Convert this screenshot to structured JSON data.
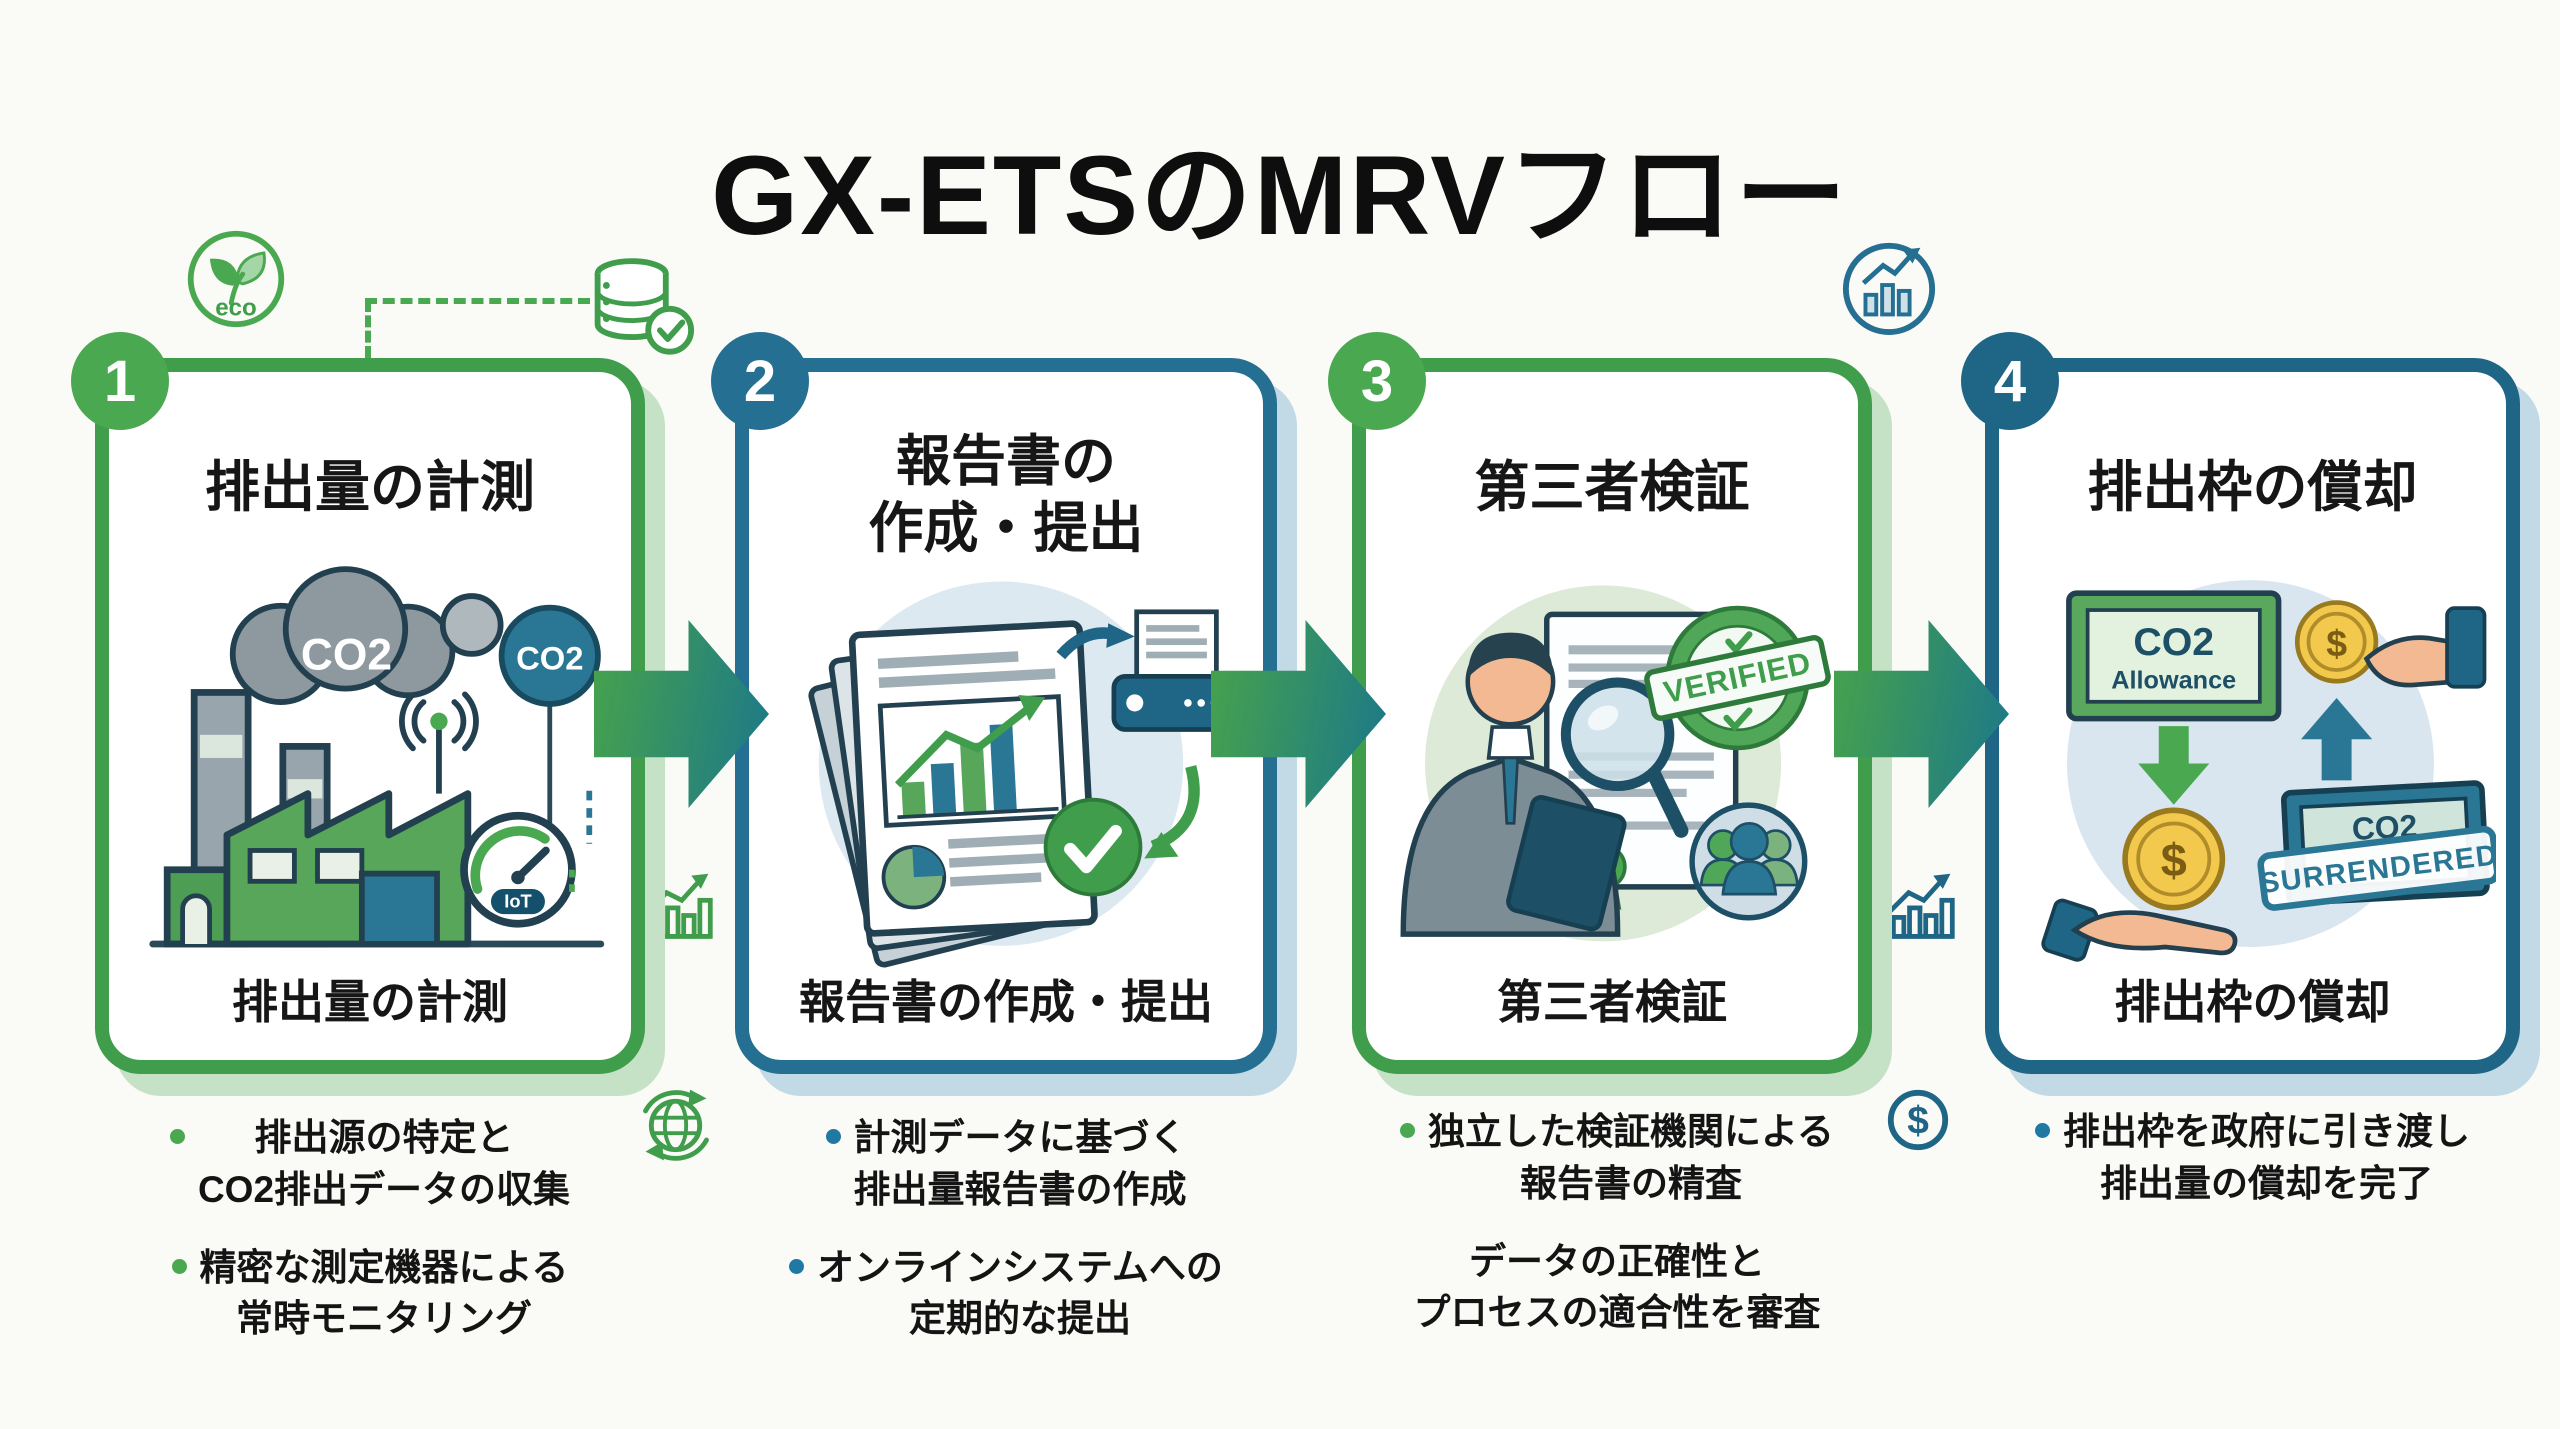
{
  "title": "GX-ETSのMRVフロー",
  "colors": {
    "green": "#3f9d4b",
    "green_bright": "#4aa850",
    "teal": "#256f92",
    "teal_dark": "#1f6586",
    "outline_ink": "#22404f",
    "shadow_green": "#c6e2c6",
    "shadow_blue": "#c2d9e6"
  },
  "decor": {
    "eco_label": "eco",
    "dollar_label": "$"
  },
  "steps": [
    {
      "number": "1",
      "title_lines": [
        "排出量の計測"
      ],
      "caption": "排出量の計測",
      "bullets": [
        [
          "排出源の特定と",
          "CO2排出データの収集"
        ],
        [
          "精密な測定機器による",
          "常時モニタリング"
        ]
      ],
      "art": {
        "cloud_label": "CO2",
        "bubble_label": "CO2",
        "gauge_label": "IoT"
      }
    },
    {
      "number": "2",
      "title_lines": [
        "報告書の",
        "作成・提出"
      ],
      "caption": "報告書の作成・提出",
      "bullets": [
        [
          "計測データに基づく",
          "排出量報告書の作成"
        ],
        [
          "オンラインシステムへの",
          "定期的な提出"
        ]
      ],
      "art": {}
    },
    {
      "number": "3",
      "title_lines": [
        "第三者検証"
      ],
      "caption": "第三者検証",
      "bullets": [
        [
          "独立した検証機関による",
          "報告書の精査"
        ],
        [
          "データの正確性と",
          "プロセスの適合性を審査"
        ]
      ],
      "art": {
        "stamp_label": "VERIFIED"
      }
    },
    {
      "number": "4",
      "title_lines": [
        "排出枠の償却"
      ],
      "caption": "排出枠の償却",
      "bullets": [
        [
          "排出枠を政府に引き渡し",
          "排出量の償却を完了"
        ]
      ],
      "art": {
        "note_title": "CO2",
        "note_subtitle": "Allowance",
        "coin_symbol": "$",
        "coin_symbol2": "$",
        "note2_title": "CO2",
        "stamp_label": "SURRENDERED"
      }
    }
  ]
}
